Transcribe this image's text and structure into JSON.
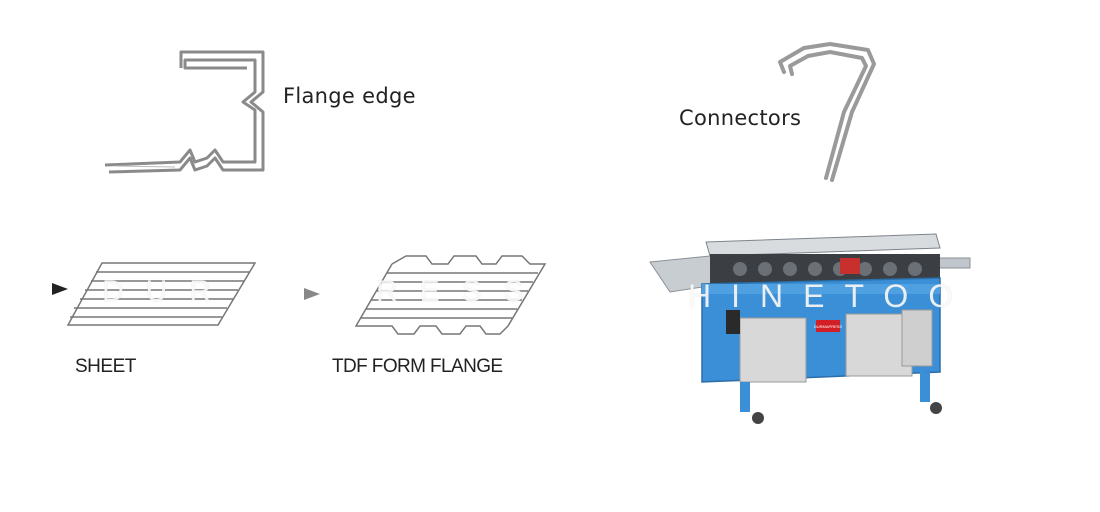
{
  "labels": {
    "flange_edge": "Flange edge",
    "connectors": "Connectors",
    "sheet": "SHEET",
    "tdf_form_flange": "TDF FORM FLANGE"
  },
  "watermarks": {
    "sheet_overlay": "DUR",
    "flange_overlay": "RESS",
    "machine_overlay": "HINETOO"
  },
  "machine": {
    "brand_plate": "DURMAPRESS"
  },
  "colors": {
    "machine_body": "#3a8fd6",
    "machine_panel": "#d8d8d8",
    "profile_line": "#8a8a8a",
    "brand_plate": "#d21f26"
  }
}
